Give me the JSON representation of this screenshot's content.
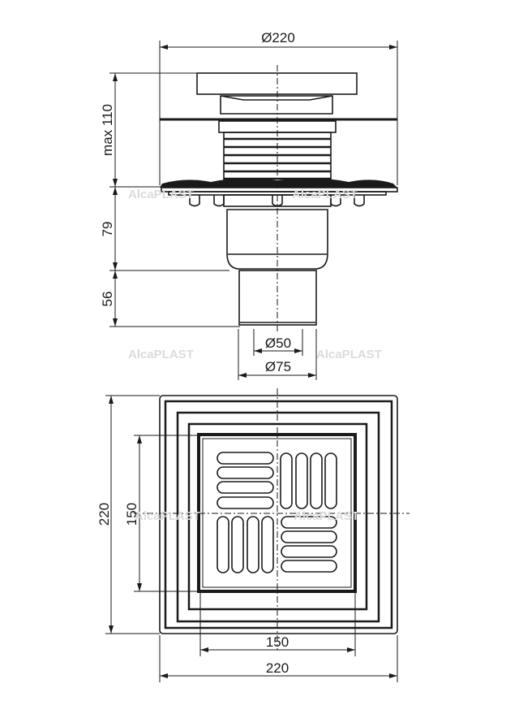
{
  "side_view": {
    "overall_diameter": "Ø220",
    "height_max": "max 110",
    "body_height": "79",
    "outlet_height": "56",
    "outlet_inner_diameter": "Ø50",
    "outlet_outer_diameter": "Ø75"
  },
  "top_view": {
    "outer_height": "220",
    "grate_height": "150",
    "grate_width": "150",
    "outer_width": "220"
  },
  "watermark": "AlcaPLAST"
}
